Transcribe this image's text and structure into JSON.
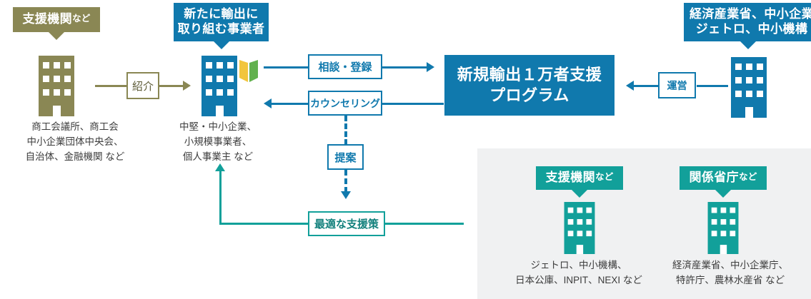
{
  "diagram": {
    "title_box": {
      "line1": "新規輸出１万者支援",
      "line2": "プログラム"
    },
    "nodes": {
      "support_org": {
        "callout_main": "支援機関",
        "callout_suffix": "など",
        "caption_line1": "商工会議所、商工会",
        "caption_line2": "中小企業団体中央会、",
        "caption_line3": "自治体、金融機関 など",
        "icon": "building-icon",
        "color": "#8a8754"
      },
      "new_exporter": {
        "callout_line1": "新たに輸出に",
        "callout_line2": "取り組む事業者",
        "caption_line1": "中堅・中小企業、",
        "caption_line2": "小規模事業者、",
        "caption_line3": "個人事業主 など",
        "icon": "building-icon",
        "secondary_icon": "open-book-icon",
        "color": "#1079ad"
      },
      "operator": {
        "callout_line1": "経済産業省、中小企業",
        "callout_line2": "ジェトロ、中小機構",
        "icon": "building-icon",
        "color": "#1079ad"
      }
    },
    "connectors": {
      "introduce": "紹介",
      "consult_register": "相談・登録",
      "counseling": "カウンセリング",
      "proposal": "提案",
      "best_support": "最適な支援策",
      "operation": "運営"
    },
    "bottom_panel": {
      "groups": [
        {
          "callout_main": "支援機関",
          "callout_suffix": "など",
          "icon": "building-icon",
          "caption_line1": "ジェトロ、中小機構、",
          "caption_line2": "日本公庫、INPIT、NEXI など"
        },
        {
          "callout_main": "関係省庁",
          "callout_suffix": "など",
          "icon": "building-icon",
          "caption_line1": "経済産業省、中小企業庁、",
          "caption_line2": "特許庁、農林水産省 など"
        }
      ]
    },
    "colors": {
      "blue": "#1079ad",
      "olive": "#8a8754",
      "teal": "#12a09a",
      "panel_bg": "#f0f1f2",
      "book_left": "#f2c53d",
      "book_right": "#62b14e"
    }
  }
}
